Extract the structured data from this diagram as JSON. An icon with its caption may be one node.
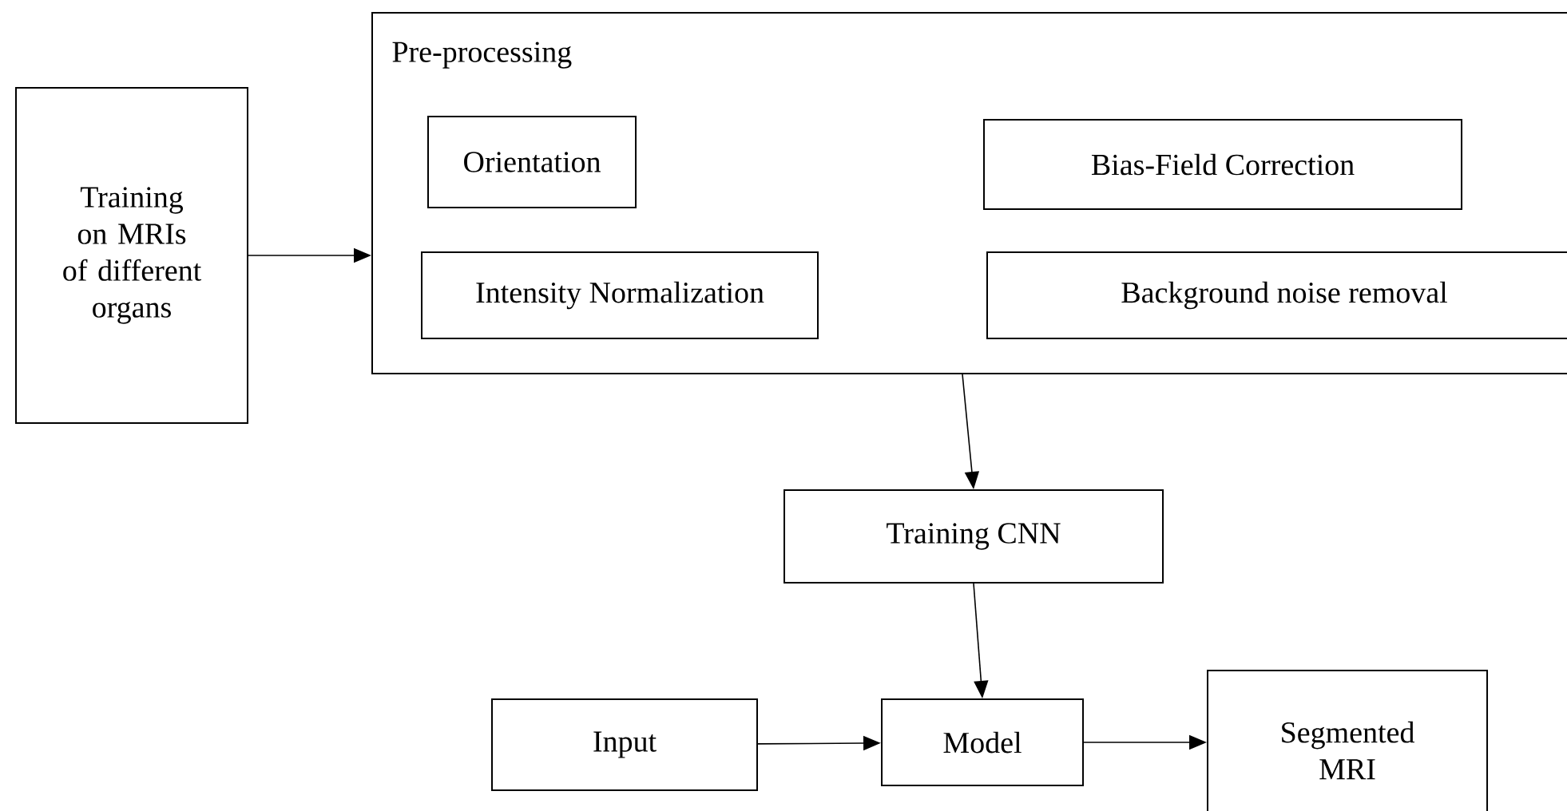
{
  "diagram": {
    "nodes": [
      {
        "text": [
          "Training on MRIs of different organs"
        ]
      },
      {
        "text": [
          "Pre-processing"
        ]
      },
      {
        "text": [
          "Orientation"
        ],
        "in": 1
      },
      {
        "text": [
          "Bias-Field Correction"
        ],
        "in": 1
      },
      {
        "text": [
          "Intensity Normalization"
        ],
        "in": 1
      },
      {
        "text": [
          "Background noise removal"
        ],
        "in": 1
      },
      {
        "text": [
          "Training CNN"
        ]
      },
      {
        "text": [
          "Input"
        ]
      },
      {
        "text": [
          "Model"
        ]
      },
      {
        "text": [
          "Segmented MRI"
        ]
      }
    ],
    "edges": [
      {
        "from": 0,
        "to": 1,
        "arrow": "to"
      },
      {
        "from": 1,
        "to": 6,
        "arrow": "to"
      },
      {
        "from": 6,
        "to": 8,
        "arrow": "to"
      },
      {
        "from": 7,
        "to": 8,
        "arrow": "to"
      },
      {
        "from": 8,
        "to": 9,
        "arrow": "to"
      }
    ]
  }
}
